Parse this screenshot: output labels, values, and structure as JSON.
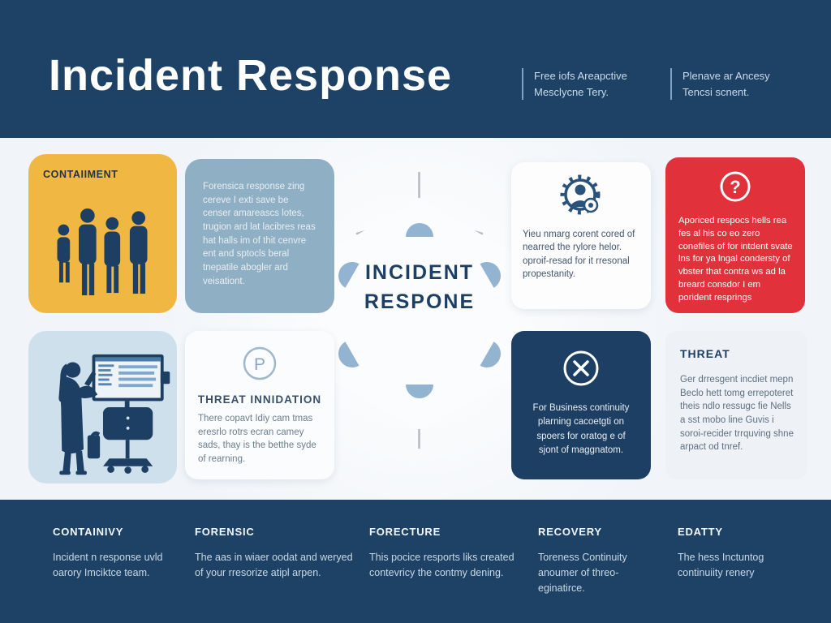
{
  "header": {
    "title": "Incident Response",
    "note1": {
      "line1": "Free iofs Areapctive",
      "line2": "Mesclycne Tery."
    },
    "note2": {
      "line1": "Plenave ar Ancesy",
      "line2": "Tencsi scnent."
    }
  },
  "center": {
    "line1": "INCIDENT",
    "line2": "RESPONE"
  },
  "cards": {
    "containment": {
      "label": "CONTAIIMENT"
    },
    "forensics": {
      "text": "Forensica response zing cereve I exti save be censer amareascs lotes, trugion ard lat lacibres reas hat halls im of thit cenvre ent and sptocls beral tnepatile abogler ard veisationt."
    },
    "user_gear": {
      "icon": "user-gear-icon",
      "text": "Yieu nmarg corent cored of nearred the rylore helor. oproif-resad for it rresonal propestanity."
    },
    "question": {
      "icon": "question-circle-icon",
      "glyph": "?",
      "text": "Aporiced respocs hells rea fes al his co eo zero conefiles of for intdent svate lns for ya lngal condersty of vbster that contra ws ad la breard consdor I em porident resprings"
    },
    "monitor": {
      "icon": "analyst-at-monitor-illustration"
    },
    "threat_initiation": {
      "icon": "pin-circle-icon",
      "glyph": "P",
      "heading": "THREAT INNIDATION",
      "text": "There copavt Idiy cam tmas eresrlo rotrs ecran camey sads, thay is the betthe syde of rearning."
    },
    "business_continuity": {
      "icon": "x-circle-icon",
      "text": "For Business continuity plarning cacoetgti on spoers for oratog e of sjont of maggnatom."
    },
    "threat": {
      "heading": "THREAT",
      "text": "Ger drresgent incdiet mepn Beclo hett tomg errepoteret theis ndlo ressugc fie Nells a sst mobo line Guvis i soroi-recider trrquving shne arpact od tnref."
    }
  },
  "footer": {
    "columns": [
      {
        "heading": "CONTAINIVY",
        "text": "Incident n response uvld oarory Imciktce team."
      },
      {
        "heading": "FORENSIC",
        "text": "The aas in wiaer oodat and weryed of your rresorize atipl arpen."
      },
      {
        "heading": "FORECTURE",
        "text": "This pocice resports liks created contevricy the contmy dening."
      },
      {
        "heading": "RECOVERY",
        "text": "Toreness Continuity anoumer of threo-eginatirce."
      },
      {
        "heading": "EDATTY",
        "text": "The hess Inctuntog continuiity renery"
      }
    ]
  },
  "colors": {
    "header_bg": "#1e4265",
    "accent_yellow": "#f0b843",
    "accent_bluegray": "#8fafc5",
    "accent_red": "#e1313a",
    "accent_navy": "#1d3f63",
    "accent_lightblue": "#cfe0ed",
    "vertex_blue": "#92b4d0"
  }
}
